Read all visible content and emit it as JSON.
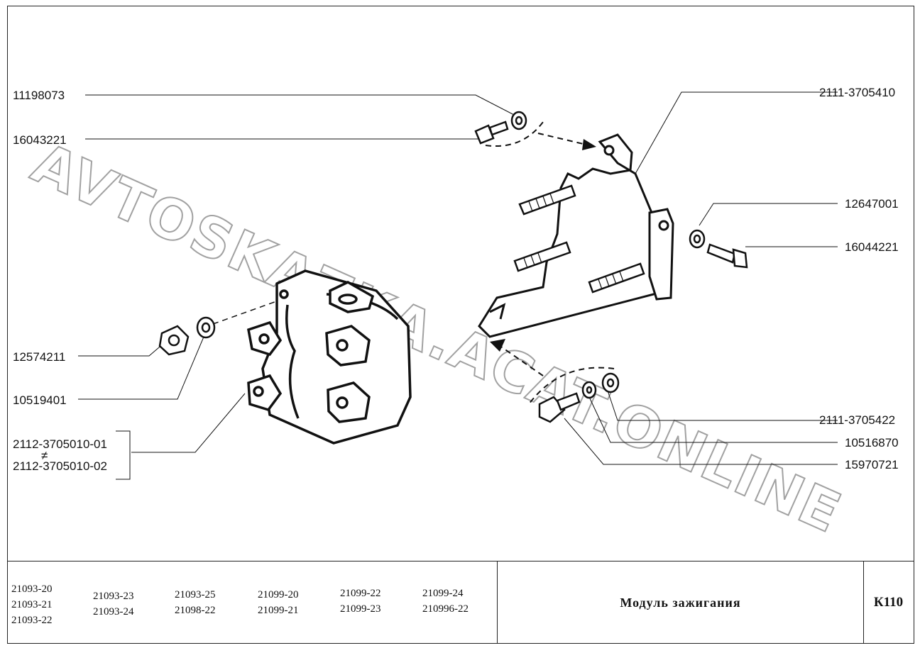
{
  "diagram": {
    "title": "Модуль зажигания",
    "sheet_code": "К110",
    "watermark": [
      "AVTOSKAZKA.ACAT.ONLINE"
    ],
    "alt_symbol": "≠",
    "part_labels": {
      "p11198073": "11198073",
      "p16043221": "16043221",
      "p2111_3705410": "2111-3705410",
      "p12647001": "12647001",
      "p16044221": "16044221",
      "p12574211": "12574211",
      "p10519401": "10519401",
      "p2112_3705010_01": "2112-3705010-01",
      "p2112_3705010_02": "2112-3705010-02",
      "p2111_3705422": "2111-3705422",
      "p10516870": "10516870",
      "p15970721": "15970721"
    },
    "models": [
      [
        "21093-20",
        "21093-21",
        "21093-22"
      ],
      [
        "21093-23",
        "21093-24"
      ],
      [
        "21093-25",
        "21098-22"
      ],
      [
        "21099-20",
        "21099-21"
      ],
      [
        "21099-22",
        "21099-23"
      ],
      [
        "21099-24",
        "210996-22"
      ]
    ]
  }
}
